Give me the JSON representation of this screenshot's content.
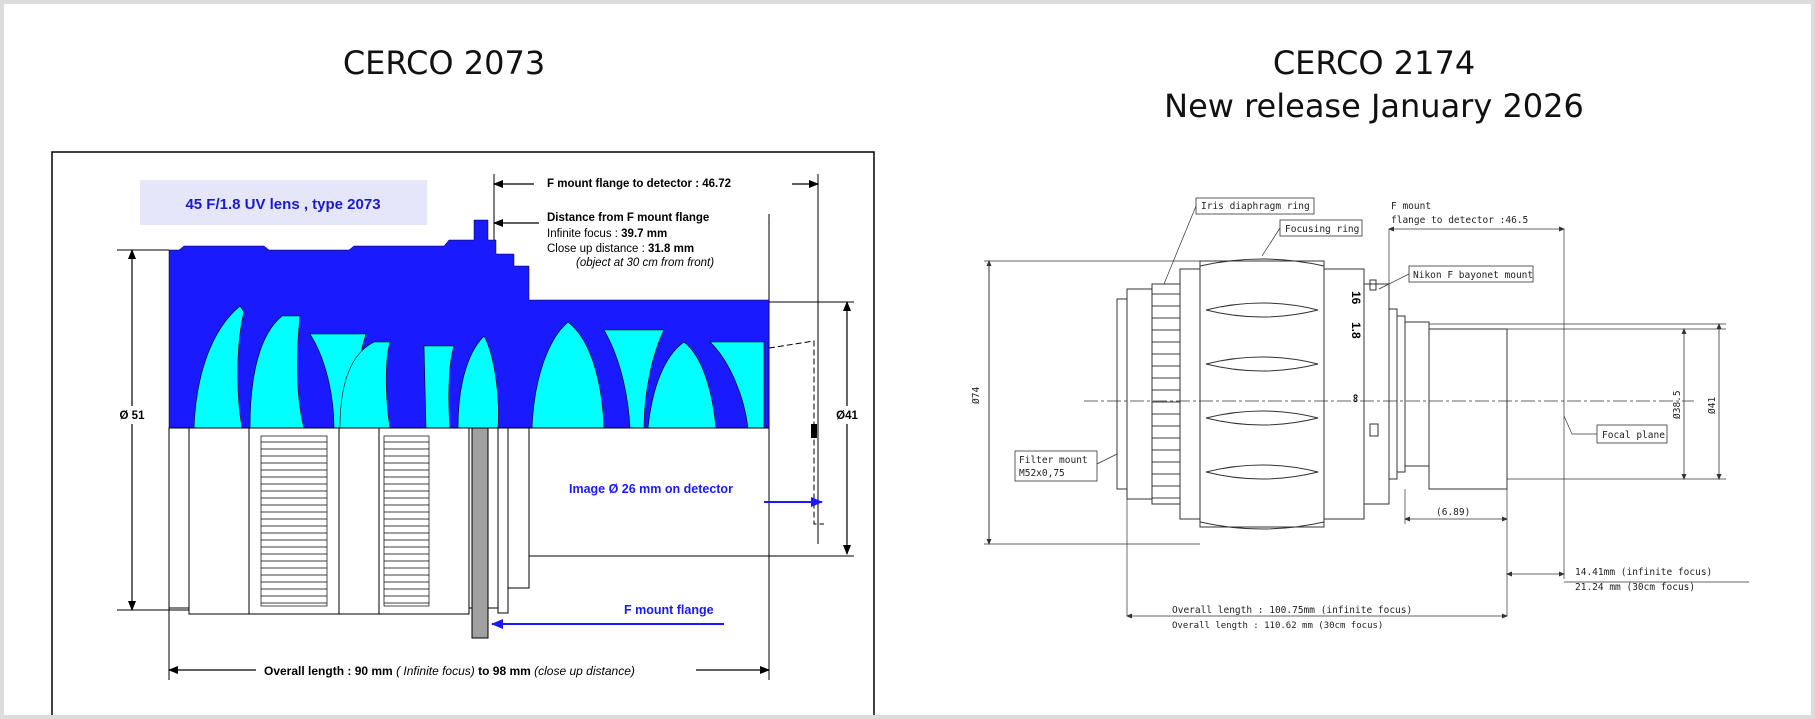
{
  "left": {
    "title": "CERCO 2073",
    "lens_label": "45 F/1.8 UV lens , type 2073",
    "flange_to_detector": "F mount flange to detector : 46.72",
    "distance_heading": "Distance from F mount flange",
    "infinite_focus_label": "Infinite focus : ",
    "infinite_focus_value": "39.7 mm",
    "close_up_label": "Close up distance : ",
    "close_up_value": "31.8 mm",
    "object_note": "(object at 30 cm from front)",
    "diameter_left": "Ø 51",
    "diameter_right": "Ø41",
    "image_note": "Image Ø 26 mm on detector",
    "flange_note": "F mount flange",
    "overall_label": "Overall length : ",
    "overall_value1": "90 mm",
    "overall_note1": "( Infinite focus)",
    "overall_mid": " to ",
    "overall_value2": "98 mm",
    "overall_note2": "(close up distance)"
  },
  "right": {
    "title_line1": "CERCO 2174",
    "title_line2": "New release January 2026",
    "iris_ring": "Iris diaphragm ring",
    "focusing_ring": "Focusing ring",
    "fmount_line1": "F mount",
    "fmount_line2": "flange to detector :46.5",
    "nikon_bayonet": "Nikon F bayonet mount",
    "diameter_74": "Ø74",
    "diameter_385": "Ø38.5",
    "diameter_41": "Ø41",
    "focal_plane": "Focal plane",
    "filter_line1": "Filter mount",
    "filter_line2": "M52x0,75",
    "dim_689": "(6.89)",
    "aperture_marks": [
      "16",
      "1.8",
      "∞"
    ],
    "focus_line1": "14.41mm (infinite focus)",
    "focus_line2": "21.24 mm (30cm focus)",
    "overall_line1": "Overall length : 100.75mm (infinite focus)",
    "overall_line2": "Overall length : 110.62 mm (30cm focus)"
  },
  "colors": {
    "lens_body": "#1a1aff",
    "lens_element": "#00ffff",
    "label_box": "#e6e6fa",
    "label_text": "#1a1acc",
    "arrow_blue": "#1a1aff",
    "barrel": "#ffffff",
    "flange": "#a0a0a0"
  }
}
